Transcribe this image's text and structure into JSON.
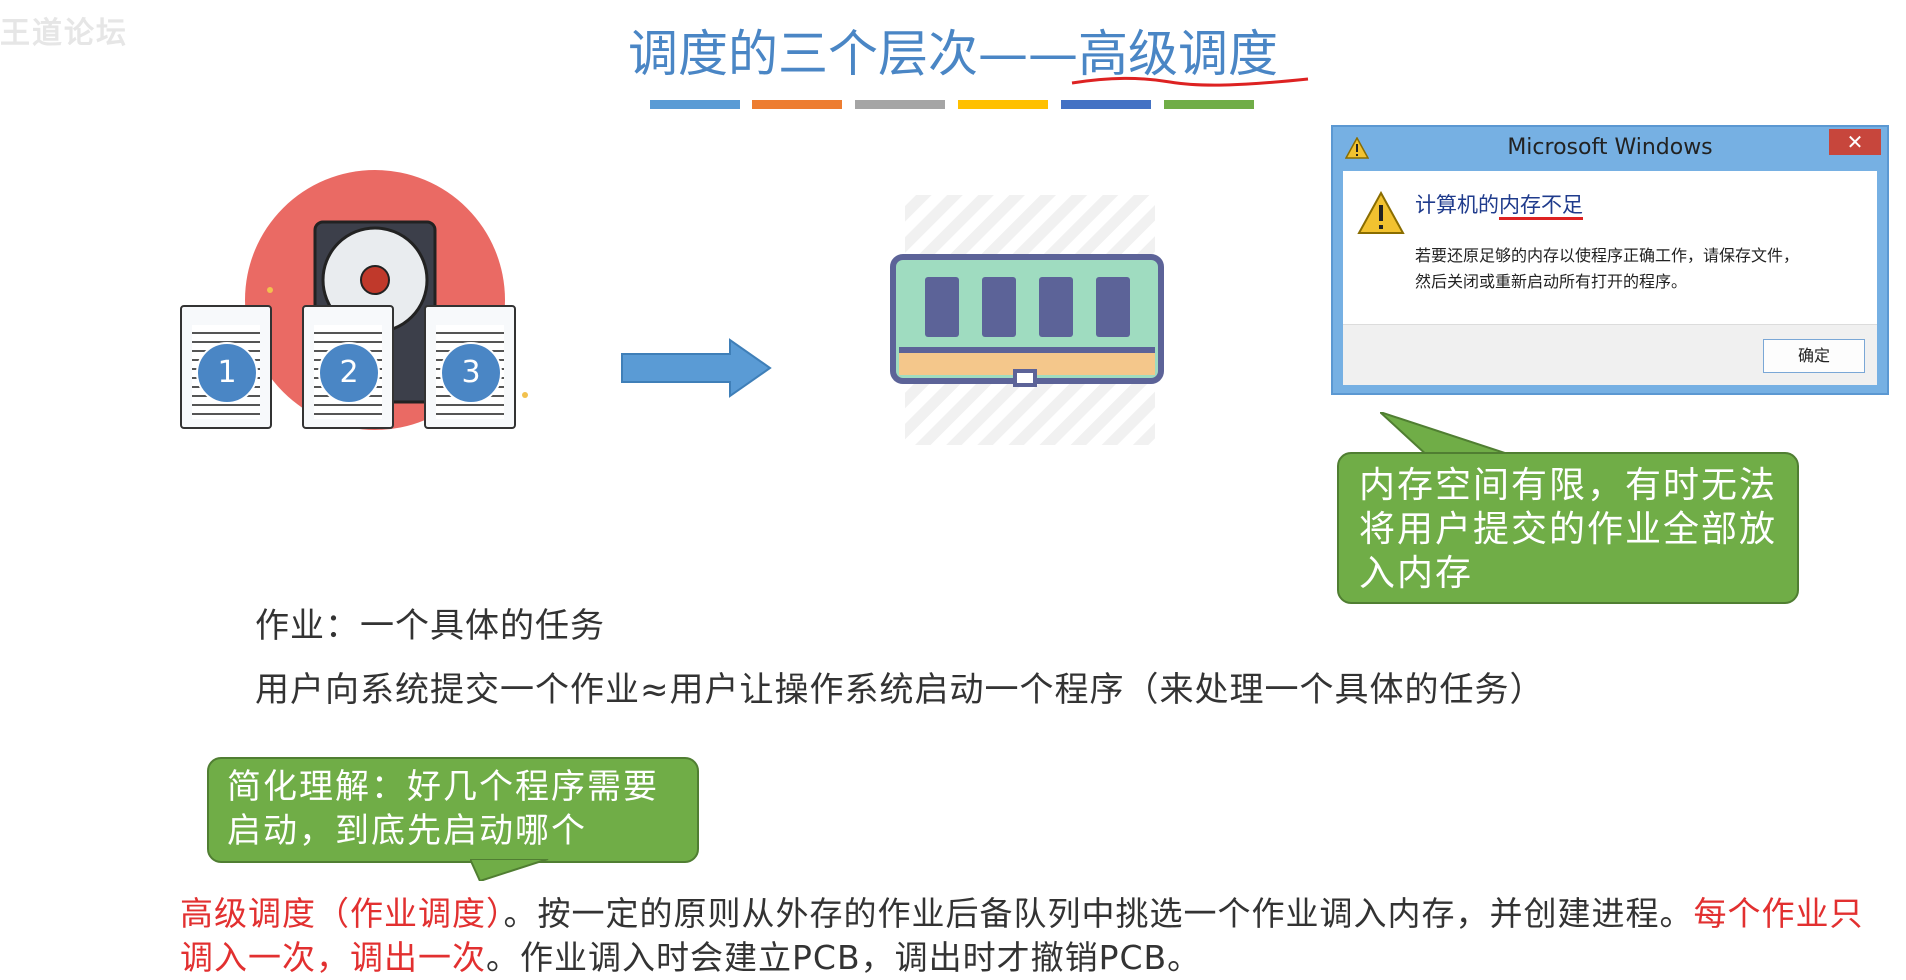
{
  "watermark": "王道论坛",
  "slide": {
    "title_prefix": "调度的三个层次——",
    "title_emphasis": "高级调度",
    "accent_bars": [
      "#5a9bd5",
      "#ed7d31",
      "#a5a5a5",
      "#ffc000",
      "#4472c4",
      "#70ad47"
    ]
  },
  "jobs": [
    "1",
    "2",
    "3"
  ],
  "dialog": {
    "title": "Microsoft Windows",
    "close_glyph": "✕",
    "heading_prefix": "计算机的",
    "heading_emphasis": "内存不足",
    "message_line1": "若要还原足够的内存以使程序正确工作，请保存文件，",
    "message_line2": "然后关闭或重新启动所有打开的程序。",
    "ok_label": "确定"
  },
  "callouts": {
    "memory_limit": "内存空间有限，有时无法将用户提交的作业全部放入内存",
    "simplified": "简化理解：好几个程序需要启动，到底先启动哪个"
  },
  "definitions": {
    "job": "作业：一个具体的任务",
    "submit": "用户向系统提交一个作业≈用户让操作系统启动一个程序（来处理一个具体的任务）"
  },
  "summary": {
    "term": "高级调度（作业调度）",
    "part1": "。按一定的原则从外存的作业后备队列中挑选一个作业调入内存，并创建进程。",
    "emphasis": "每个作业只调入一次，调出一次",
    "part2": "。作业调入时会建立PCB，调出时才撤销PCB。"
  },
  "colors": {
    "title": "#4a86c5",
    "callout_green": "#70ad47",
    "emphasis_red": "#e23030"
  }
}
